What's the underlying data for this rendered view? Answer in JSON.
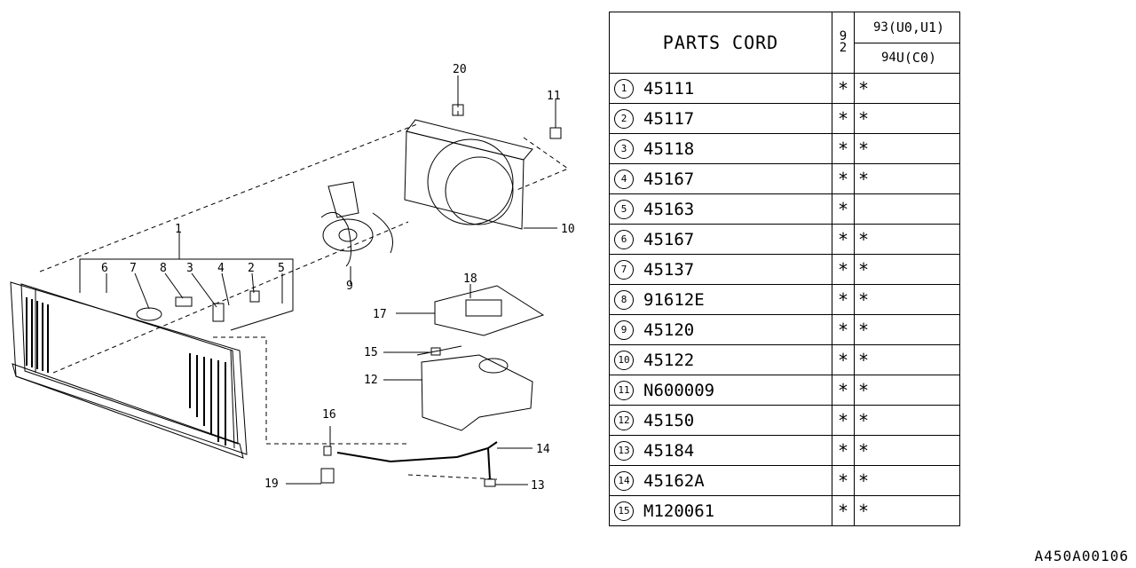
{
  "table": {
    "title": "PARTS CORD",
    "year_label": "92",
    "model_a": {
      "years": "93",
      "code": "(U0,U1)"
    },
    "model_b": {
      "years": "94",
      "code": "U(C0)"
    },
    "rows": [
      {
        "no": "1",
        "code": "45111",
        "a": "*",
        "b": "*"
      },
      {
        "no": "2",
        "code": "45117",
        "a": "*",
        "b": "*"
      },
      {
        "no": "3",
        "code": "45118",
        "a": "*",
        "b": "*"
      },
      {
        "no": "4",
        "code": "45167",
        "a": "*",
        "b": "*"
      },
      {
        "no": "5",
        "code": "45163",
        "a": "*",
        "b": ""
      },
      {
        "no": "6",
        "code": "45167",
        "a": "*",
        "b": "*"
      },
      {
        "no": "7",
        "code": "45137",
        "a": "*",
        "b": "*"
      },
      {
        "no": "8",
        "code": "91612E",
        "a": "*",
        "b": "*"
      },
      {
        "no": "9",
        "code": "45120",
        "a": "*",
        "b": "*"
      },
      {
        "no": "10",
        "code": "45122",
        "a": "*",
        "b": "*"
      },
      {
        "no": "11",
        "code": "N600009",
        "a": "*",
        "b": "*"
      },
      {
        "no": "12",
        "code": "45150",
        "a": "*",
        "b": "*"
      },
      {
        "no": "13",
        "code": "45184",
        "a": "*",
        "b": "*"
      },
      {
        "no": "14",
        "code": "45162A",
        "a": "*",
        "b": "*"
      },
      {
        "no": "15",
        "code": "M120061",
        "a": "*",
        "b": "*"
      }
    ]
  },
  "callouts": [
    "1",
    "2",
    "3",
    "4",
    "5",
    "6",
    "7",
    "8",
    "9",
    "10",
    "11",
    "12",
    "13",
    "14",
    "15",
    "16",
    "17",
    "18",
    "19",
    "20"
  ],
  "figure_id": "A450A00106"
}
